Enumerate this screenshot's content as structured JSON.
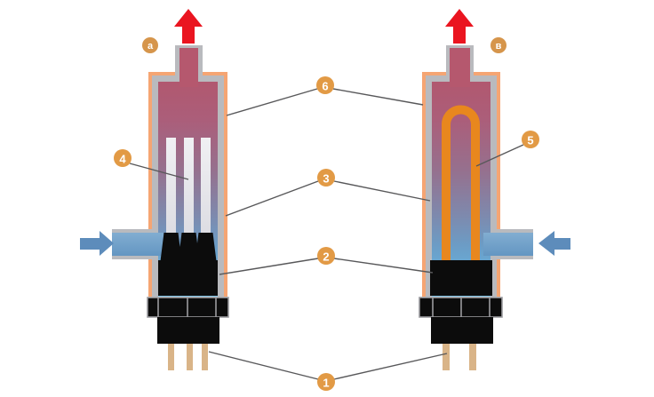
{
  "diagram": {
    "panel_labels": {
      "left": "а",
      "right": "в"
    },
    "callouts": {
      "c1": "1",
      "c2": "2",
      "c3": "3",
      "c4": "4",
      "c5": "5",
      "c6": "6"
    },
    "icons": {
      "left_outlet": "arrow-up-icon",
      "right_outlet": "arrow-up-icon",
      "left_inlet": "arrow-right-icon",
      "right_inlet": "arrow-left-icon"
    },
    "colors": {
      "shell_orange": "#f5a573",
      "wall_gray": "#b9babe",
      "hot_fluid": "#b1586f",
      "cold_fluid": "#82c6e8",
      "outlet_arrow": "#ea1520",
      "inlet_arrow": "#5d8cbb",
      "heating_element": "#e8871e",
      "rod_white": "#e9e9ec",
      "terminal_black": "#0c0c0c",
      "pin_tan": "#d9b488",
      "callout_fill": "#e29a45",
      "label_fill": "#d6954b",
      "line": "#58585a"
    }
  }
}
